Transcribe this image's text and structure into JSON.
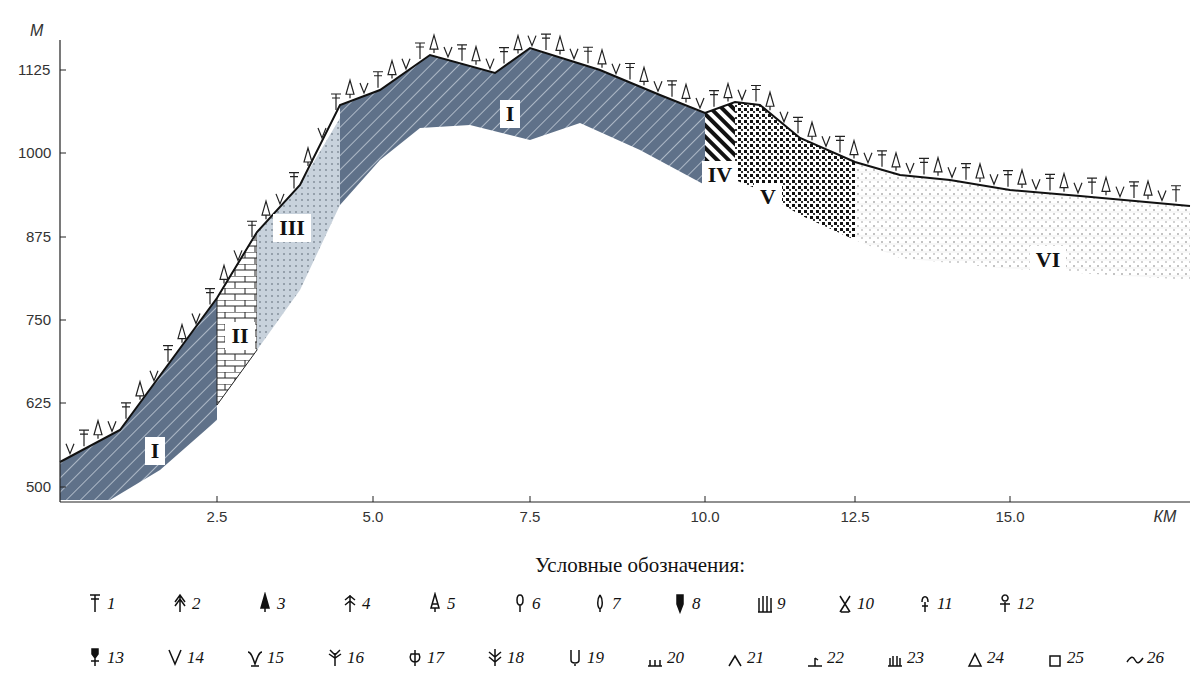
{
  "diagram": {
    "labels": [
      "М",
      "1125",
      "1000",
      "875",
      "750",
      "625",
      "500",
      "2.5",
      "5.0",
      "7.5",
      "10.0",
      "12.5",
      "15.0",
      "КМ",
      "I",
      "II",
      "III",
      "I",
      "IV",
      "V",
      "VI",
      "Условные обозначения:"
    ],
    "legend": [
      {
        "text": "1"
      },
      {
        "text": "2"
      },
      {
        "text": "3"
      },
      {
        "text": "4"
      },
      {
        "text": "5"
      },
      {
        "text": "6"
      },
      {
        "text": "7"
      },
      {
        "text": "8"
      },
      {
        "text": "9"
      },
      {
        "text": "10"
      },
      {
        "text": "11"
      },
      {
        "text": "12"
      },
      {
        "text": "13"
      },
      {
        "text": "14"
      },
      {
        "text": "15"
      },
      {
        "text": "16"
      },
      {
        "text": "17"
      },
      {
        "text": "18"
      },
      {
        "text": "19"
      },
      {
        "text": "20"
      },
      {
        "text": "21"
      },
      {
        "text": "22"
      },
      {
        "text": "23"
      },
      {
        "text": "24"
      },
      {
        "text": "25"
      },
      {
        "text": "26"
      }
    ]
  }
}
